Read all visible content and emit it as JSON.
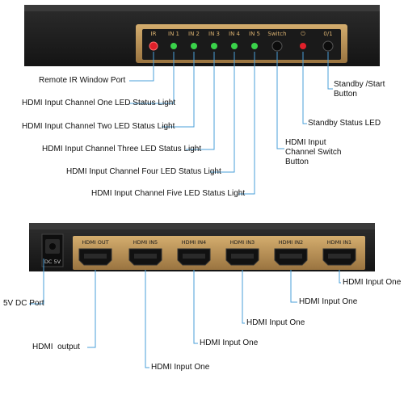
{
  "front_panel": {
    "indicators": [
      "IR",
      "IN 1",
      "IN 2",
      "IN 3",
      "IN 4",
      "IN 5",
      "Switch",
      "⏻",
      "0/1"
    ]
  },
  "rear_panel": {
    "dc_label": "DC 5V",
    "ports": [
      "HDMI OUT",
      "HDMI IN5",
      "HDMI IN4",
      "HDMI IN3",
      "HDMI IN2",
      "HDMI IN1"
    ]
  },
  "front_callouts": {
    "remote_ir": "Remote IR Window Port",
    "in1_led": "HDMI Input Channel One LED Status Light",
    "in2_led": "HDMI Input Channel Two LED Status Light",
    "in3_led": "HDMI Input Channel Three LED Status Light",
    "in4_led": "HDMI Input Channel Four LED Status Light",
    "in5_led": "HDMI Input Channel Five LED Status Light",
    "switch_button": "HDMI Input Channel Switch Button",
    "standby_led": "Standby Status LED",
    "standby_button": "Standby /Start Button"
  },
  "rear_callouts": {
    "dc_port": "5V DC Port",
    "hdmi_output": "HDMI  output",
    "in5": "HDMI Input One",
    "in4": "HDMI Input One",
    "in3": "HDMI Input One",
    "in2": "HDMI Input One",
    "in1": "HDMI Input One"
  },
  "colors": {
    "line": "#4a9fd8",
    "led_green": "#3ad24a",
    "led_red": "#e0202a",
    "panel": "#1e1e1e",
    "gold": "#b89055"
  }
}
